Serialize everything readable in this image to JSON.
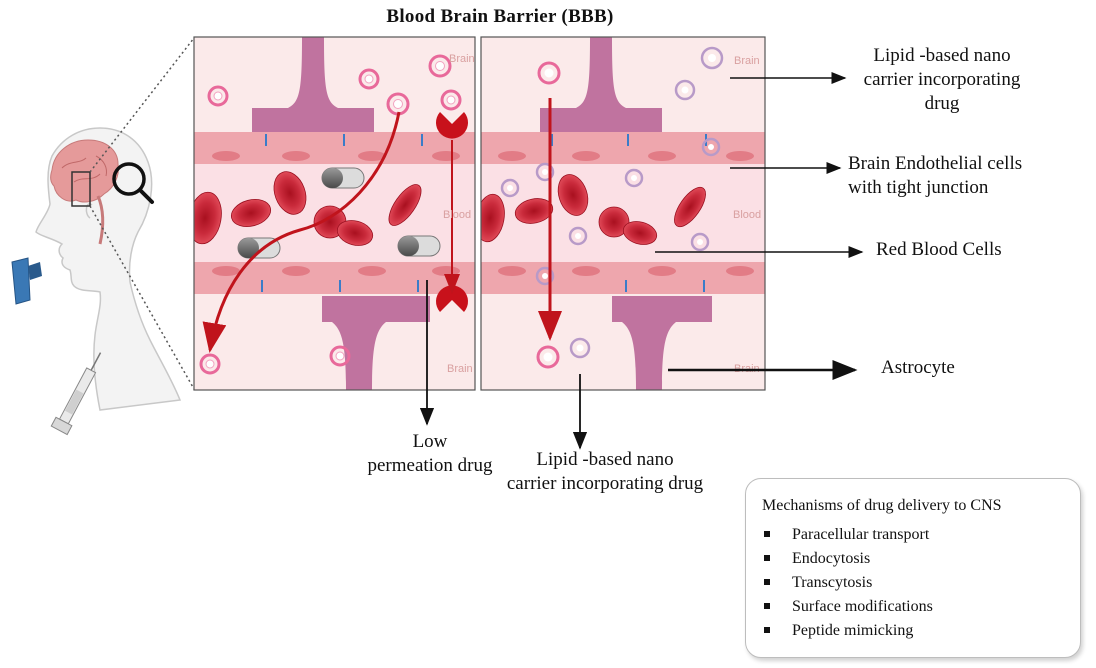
{
  "title": "Blood Brain Barrier (BBB)",
  "panel_labels": {
    "brain": "Brain",
    "blood": "Blood"
  },
  "labels": {
    "nano_top": [
      "Lipid -based nano",
      "carrier incorporating",
      "drug"
    ],
    "endothelial": [
      "Brain Endothelial cells",
      "with tight junction"
    ],
    "rbc": "Red Blood Cells",
    "astrocyte": "Astrocyte",
    "low_perm": [
      "Low",
      "permeation drug"
    ],
    "nano_bottom": [
      "Lipid -based nano",
      "carrier incorporating drug"
    ]
  },
  "legend": {
    "title": "Mechanisms of drug delivery to CNS",
    "items": [
      "Paracellular transport",
      "Endocytosis",
      "Transcytosis",
      "Surface modifications",
      "Peptide mimicking"
    ]
  },
  "colors": {
    "brain_bg": "#fbeaea",
    "blood_bg": "#fbe2e6",
    "endothelium": "#f0aab0",
    "astrocyte": "#c0739f",
    "rbc": "#c9283a",
    "arrow_red": "#c0141c",
    "liposome": "#e86a9a"
  },
  "icons": [
    "head-silhouette-icon",
    "magnifier-icon",
    "inhaler-icon",
    "syringe-icon",
    "liposome-icon",
    "capsule-icon",
    "receptor-icon"
  ]
}
